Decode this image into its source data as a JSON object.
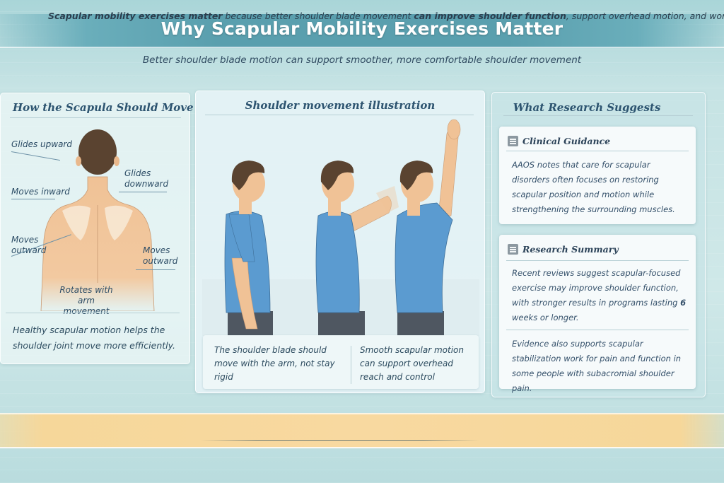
{
  "header": {
    "title": "Why Scapular Mobility Exercises Matter",
    "subtitle": "Better shoulder blade motion can support smoother, more comfortable shoulder movement"
  },
  "left_panel": {
    "title": "How the Scapula Should Move",
    "labels": {
      "glides_upward": "Glides upward",
      "glides_downward_1": "Glides",
      "glides_downward_2": "downward",
      "moves_inward": "Moves inward",
      "moves_outward_left_1": "Moves",
      "moves_outward_left_2": "outward",
      "moves_outward_right_1": "Moves",
      "moves_outward_right_2": "outward",
      "rotates_1": "Rotates with arm",
      "rotates_2": "movement"
    },
    "caption": "Healthy scapular motion helps the shoulder joint move more efficiently."
  },
  "center_panel": {
    "title": "Shoulder movement illustration",
    "figures": [
      "arm-at-side",
      "arm-forward",
      "arm-overhead"
    ],
    "captions": [
      "The shoulder blade should move with the arm, not stay rigid",
      "Smooth scapular motion can support overhead reach and control"
    ]
  },
  "right_panel": {
    "title": "What Research Suggests",
    "cards": [
      {
        "icon": "document-icon",
        "title": "Clinical Guidance",
        "text": "AAOS notes that care for scapular disorders often focuses on restoring scapular position and motion while strengthening the surrounding muscles."
      },
      {
        "icon": "document-icon",
        "title": "Research Summary",
        "text_a": "Recent reviews suggest scapular-focused exercise may improve shoulder function, with stronger results in programs lasting ",
        "text_a_bold": "6",
        "text_a_end": " weeks or longer.",
        "text_b": "Evidence also supports scapular stabilization work for pain and function in some people with subacromial shoulder pain."
      }
    ]
  },
  "takeaway": {
    "bold": "Scapular mobility exercises matte",
    "r": "r",
    "mid": " because better shoulder blade movement ",
    "emph": "can improve shoulder function",
    "end": ", support overhead motion, and work best"
  },
  "colors": {
    "banner": "#5a9fae",
    "title_text": "#ffffff",
    "heading": "#2d5470",
    "body_text": "#2b4a5e",
    "shirt": "#5b9bd0",
    "skin": "#f0c296",
    "hair": "#5a4330",
    "pants": "#4f5761",
    "takeaway_bg": "#f8d9a0"
  }
}
